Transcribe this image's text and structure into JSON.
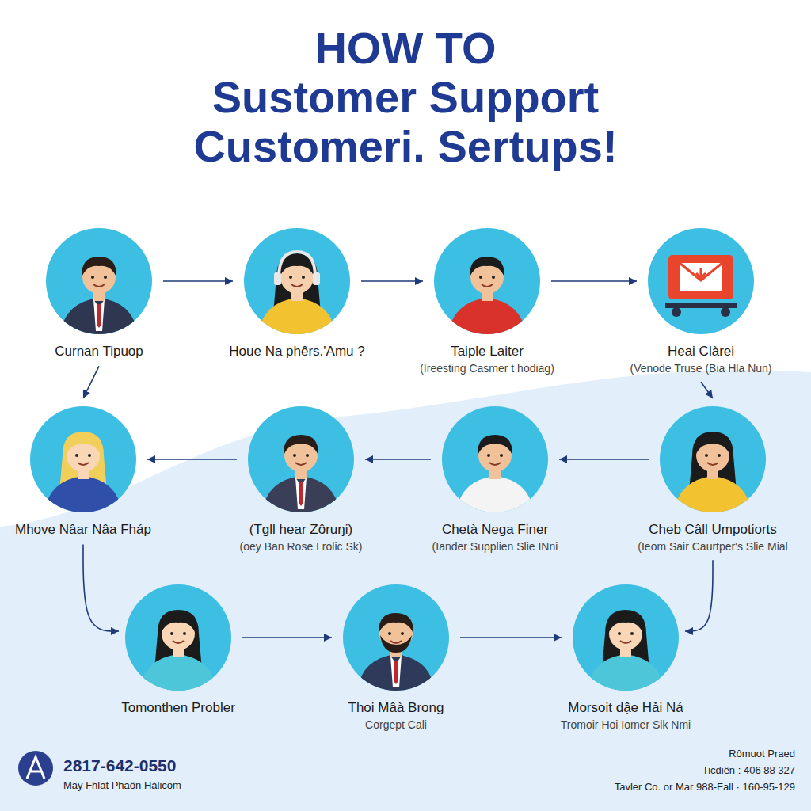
{
  "diagram": {
    "title": "HOW TO Sustomer Support Customeri. Sertups!",
    "nodes": [
      {
        "text": [
          "Curnan Tipuop"
        ]
      },
      {
        "text": [
          "Houe Na phêrs.'Amu ?"
        ]
      },
      {
        "text": [
          "Taiple Laiter",
          "(Ireesting Casmer t hodiag)"
        ]
      },
      {
        "text": [
          "Heai Clàrei",
          "(Venode Truse (Bia Hla Nun)"
        ]
      },
      {
        "text": [
          "Mhove Nâar Nâa Fháp"
        ]
      },
      {
        "text": [
          "(Tgll hear Zôruŋi)",
          "(oey Ban Rose I rolic Sk)"
        ]
      },
      {
        "text": [
          "Chetà Nega Finer",
          "(Iander Supplien Slie INni"
        ]
      },
      {
        "text": [
          "Cheb Câll Umpotiorts",
          "(Ieom Sair Caurtper's Slie Mial"
        ]
      },
      {
        "text": [
          "Tomonthen Probler"
        ]
      },
      {
        "text": [
          "Thoi Mâà Brong",
          "Corgept Cali"
        ]
      },
      {
        "text": [
          "Morsoit dậe Hải Ná",
          "Tromoir Hoi Iomer Slk Nmi"
        ]
      }
    ],
    "edges": [
      {
        "from": 0,
        "to": 1,
        "arrow": "to"
      },
      {
        "from": 1,
        "to": 2,
        "arrow": "to"
      },
      {
        "from": 2,
        "to": 3,
        "arrow": "to"
      },
      {
        "from": 0,
        "to": 4,
        "arrow": "to"
      },
      {
        "from": 3,
        "to": 7,
        "arrow": "to"
      },
      {
        "from": 7,
        "to": 6,
        "arrow": "to"
      },
      {
        "from": 6,
        "to": 5,
        "arrow": "to"
      },
      {
        "from": 5,
        "to": 4,
        "arrow": "to"
      },
      {
        "from": 4,
        "to": 8,
        "arrow": "to"
      },
      {
        "from": 8,
        "to": 9,
        "arrow": "to"
      },
      {
        "from": 9,
        "to": 10,
        "arrow": "to"
      },
      {
        "from": 7,
        "to": 10,
        "arrow": "to"
      }
    ],
    "labels": [
      "2817-642-0550",
      "May Fhlat Phaôn Hàlicom",
      "Rômuot Praed",
      "Ticdiên : 406 88 327",
      "Tavler Co. or Mar 988-Fall · 160-95-129"
    ]
  }
}
